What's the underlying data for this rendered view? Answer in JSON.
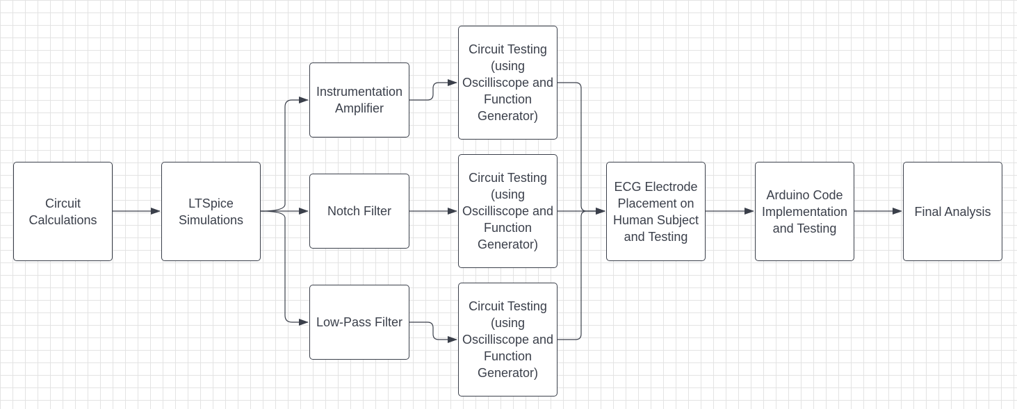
{
  "diagram": {
    "nodes": [
      {
        "id": "circuit-calculations",
        "label": "Circuit Calculations"
      },
      {
        "id": "ltspice-simulations",
        "label": "LTSpice Simulations"
      },
      {
        "id": "instrumentation-amplifier",
        "label": "Instrumentation Amplifier"
      },
      {
        "id": "notch-filter",
        "label": "Notch Filter"
      },
      {
        "id": "low-pass-filter",
        "label": "Low-Pass Filter"
      },
      {
        "id": "circuit-testing-1",
        "label": "Circuit Testing (using Oscilliscope and Function Generator)"
      },
      {
        "id": "circuit-testing-2",
        "label": "Circuit Testing (using Oscilliscope and Function Generator)"
      },
      {
        "id": "circuit-testing-3",
        "label": "Circuit Testing (using Oscilliscope and Function Generator)"
      },
      {
        "id": "ecg-electrode-placement",
        "label": "ECG Electrode Placement on Human Subject and Testing"
      },
      {
        "id": "arduino-code",
        "label": "Arduino Code Implementation and Testing"
      },
      {
        "id": "final-analysis",
        "label": "Final Analysis"
      }
    ],
    "edges": [
      {
        "from": "circuit-calculations",
        "to": "ltspice-simulations"
      },
      {
        "from": "ltspice-simulations",
        "to": "instrumentation-amplifier"
      },
      {
        "from": "ltspice-simulations",
        "to": "notch-filter"
      },
      {
        "from": "ltspice-simulations",
        "to": "low-pass-filter"
      },
      {
        "from": "instrumentation-amplifier",
        "to": "circuit-testing-1"
      },
      {
        "from": "notch-filter",
        "to": "circuit-testing-2"
      },
      {
        "from": "low-pass-filter",
        "to": "circuit-testing-3"
      },
      {
        "from": "circuit-testing-1",
        "to": "ecg-electrode-placement"
      },
      {
        "from": "circuit-testing-2",
        "to": "ecg-electrode-placement"
      },
      {
        "from": "circuit-testing-3",
        "to": "ecg-electrode-placement"
      },
      {
        "from": "ecg-electrode-placement",
        "to": "arduino-code"
      },
      {
        "from": "arduino-code",
        "to": "final-analysis"
      }
    ],
    "colors": {
      "stroke": "#3a3f4a",
      "grid": "#e3e3e3",
      "background": "#ffffff"
    }
  }
}
